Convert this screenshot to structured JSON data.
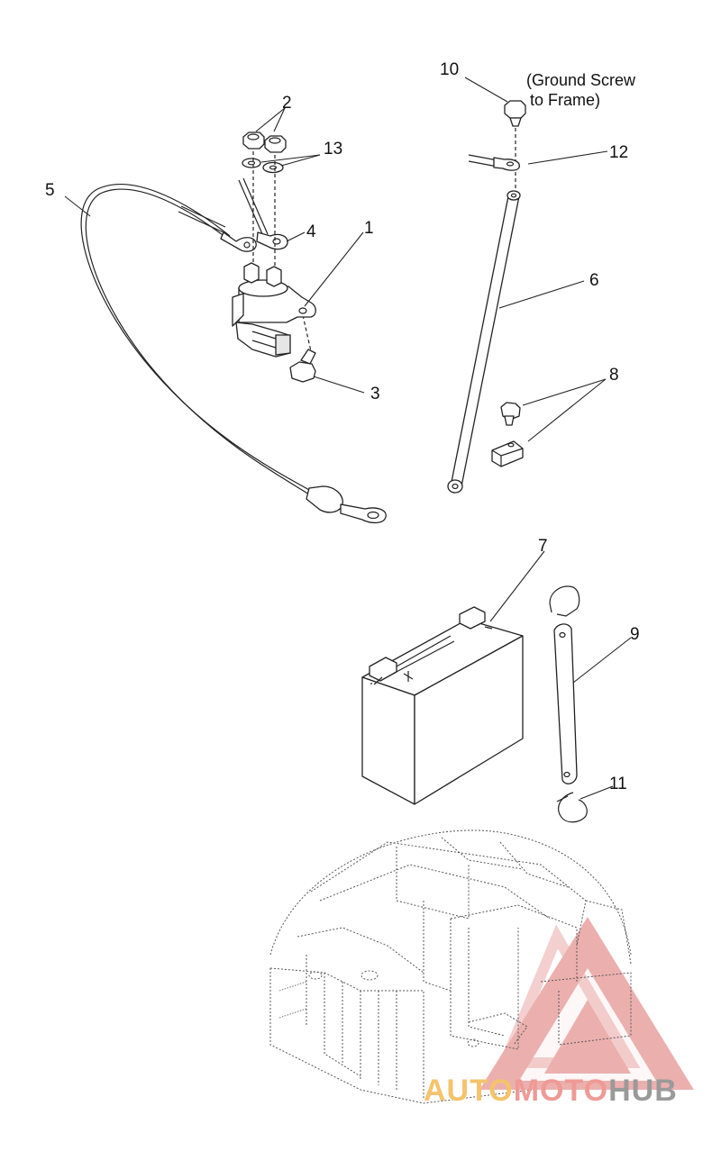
{
  "diagram": {
    "callouts": {
      "c1": "1",
      "c2": "2",
      "c3": "3",
      "c4": "4",
      "c5": "5",
      "c6": "6",
      "c7": "7",
      "c8": "8",
      "c9": "9",
      "c10": "10",
      "c11": "11",
      "c12": "12",
      "c13": "13"
    },
    "note_line1": "(Ground Screw",
    "note_line2": "to Frame)"
  },
  "watermark": {
    "part1": "AUTO",
    "part2": "MOTO",
    "part3": "HUB",
    "colors": {
      "triangle": "#e8a3a0",
      "auto": "#f5c36b",
      "moto": "#ef9a96",
      "hub": "#9a9a9a"
    }
  }
}
